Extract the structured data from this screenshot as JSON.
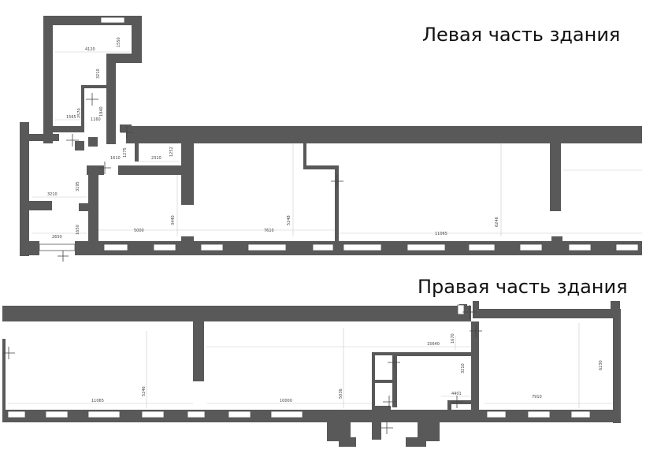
{
  "titles": {
    "left": "Левая часть здания",
    "right": "Правая часть здания"
  },
  "left_dims": {
    "d4120": "4120",
    "d1550": "1550",
    "d3210": "3210",
    "d1565": "1565",
    "d2570": "2570",
    "d1160": "1160",
    "d1940": "1940",
    "d1610": "1610",
    "d1275": "1275",
    "d2310": "2310",
    "d1252": "1252",
    "d3210b": "3210",
    "d3195": "3195",
    "d1650": "1650",
    "d2650": "2650",
    "d5000": "5000",
    "d3440": "3440",
    "d7610": "7610",
    "d5248": "5248",
    "d11065": "11065",
    "d6246": "6246"
  },
  "right_dims": {
    "d11065": "11065",
    "d5246": "5246",
    "d10000": "10000",
    "d5036": "5036",
    "d15640": "15640",
    "d1670": "1670",
    "d3210": "3210",
    "d4401": "4401",
    "d7910": "7910",
    "d6230": "6230"
  },
  "colors": {
    "wall": "#595959",
    "text": "#111111",
    "dimension": "#444444"
  }
}
